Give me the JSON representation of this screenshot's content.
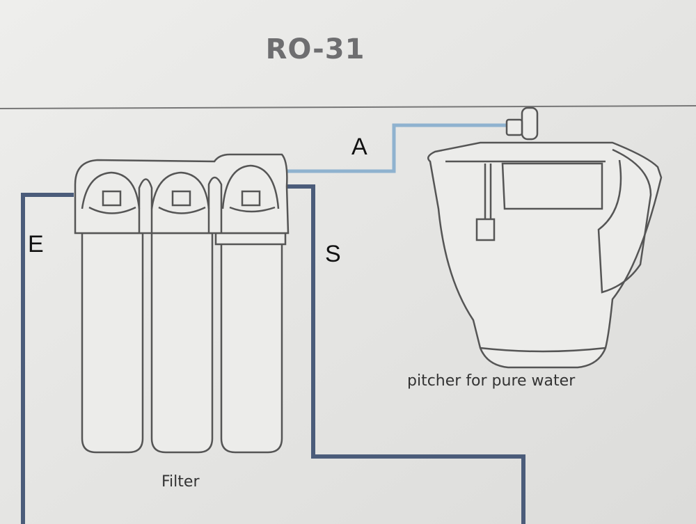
{
  "title": "RO-31",
  "labels": {
    "a": "A",
    "e": "E",
    "s": "S"
  },
  "captions": {
    "filter": "Filter",
    "pitcher": "pitcher for pure water"
  },
  "colors": {
    "drain_pipe": "#4b5c7a",
    "supply_pipe": "#4b5c7a",
    "pure_pipe": "#8fb2cf",
    "outline": "#555555"
  }
}
